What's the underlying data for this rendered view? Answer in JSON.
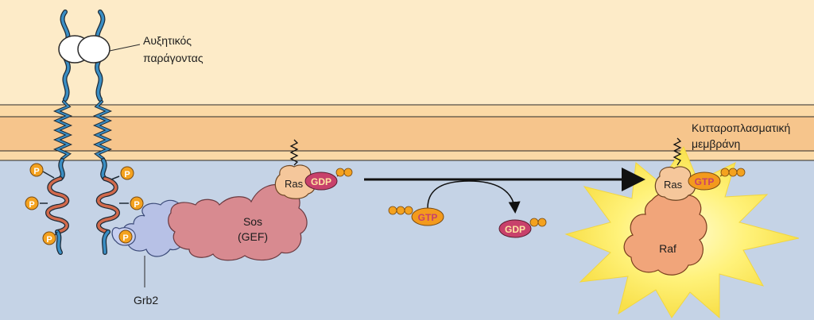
{
  "labels": {
    "growth_factor": [
      "Αυξητικός",
      "παράγοντας"
    ],
    "membrane": [
      "Κυτταροπλασματική",
      "μεμβράνη"
    ],
    "grb2": "Grb2",
    "sos": [
      "Sos",
      "(GEF)"
    ],
    "ras_left": "Ras",
    "ras_right": "Ras",
    "raf": "Raf",
    "gdp_left": "GDP",
    "gtp_right": "GTP",
    "gtp_mid": "GTP",
    "gdp_mid": "GDP",
    "phospho": "P"
  },
  "colors": {
    "extracellular": "#fdebc8",
    "membrane_band": "#f6c58c",
    "membrane_line": "#2a2a2a",
    "cytoplasm": "#c5d3e6",
    "receptor": "#3a8ec4",
    "receptor_kinase": "#d26a4c",
    "phosphate": "#f4a21f",
    "grb2": "#b7c1e6",
    "sos": "#d88a90",
    "ras": "#f5c79b",
    "raf": "#f1a57a",
    "gdp": "#c8416b",
    "gtp": "#f39a1d",
    "glow": "#fff27a"
  }
}
